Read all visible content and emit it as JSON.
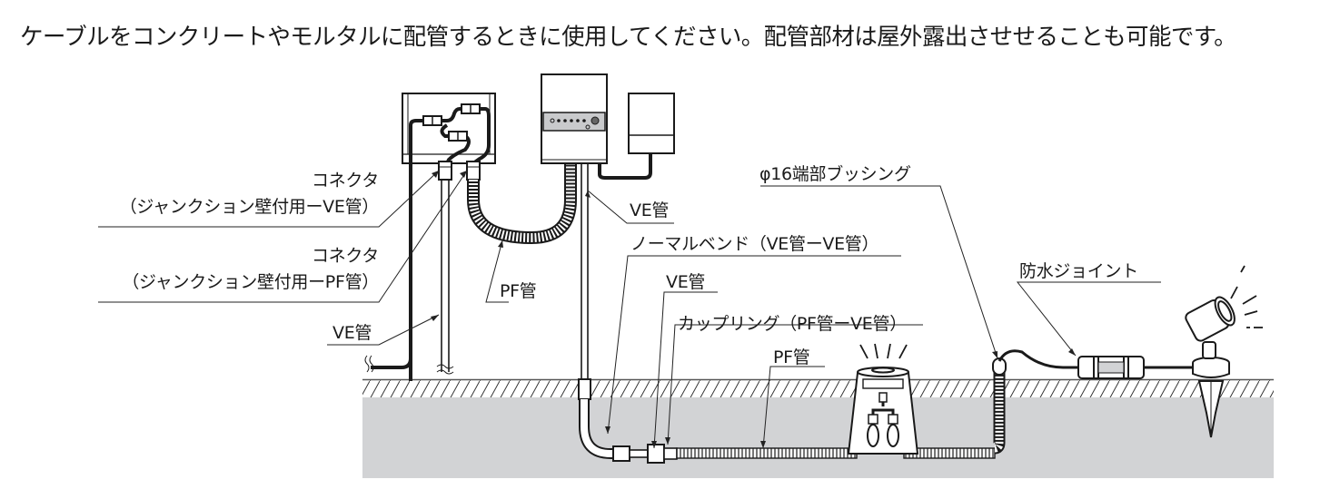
{
  "headline": "ケーブルをコンクリートやモルタルに配管するときに使用してください。配管部材は屋外露出させせることも可能です。",
  "labels": {
    "connector_ve_1": "コネクタ",
    "connector_ve_2": "（ジャンクション壁付用ーVE管）",
    "connector_pf_1": "コネクタ",
    "connector_pf_2": "（ジャンクション壁付用ーPF管）",
    "ve_pipe_wall": "VE管",
    "pf_pipe_upper": "PF管",
    "ve_pipe_transformer": "VE管",
    "normal_bend": "ノーマルベンド（VE管ーVE管）",
    "ve_pipe_under": "VE管",
    "coupling": "カップリング（PF管ーVE管）",
    "pf_pipe_under": "PF管",
    "end_bushing": "φ16端部ブッシング",
    "waterproof_joint": "防水ジョイント"
  },
  "colors": {
    "line": "#1a1a1a",
    "ground_fill": "#d2d3d5",
    "panel_fill": "#c9cacc",
    "background": "#ffffff"
  }
}
